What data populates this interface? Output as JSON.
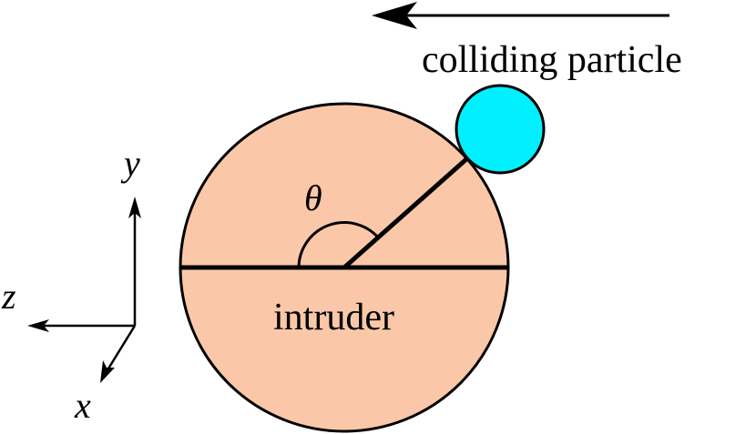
{
  "labels": {
    "colliding_particle": "colliding particle",
    "intruder": "intruder",
    "angle": "θ",
    "axis_y": "y",
    "axis_z": "z",
    "axis_x": "x"
  },
  "colors": {
    "intruder_fill": "#FAC8A8",
    "particle_fill": "#00F0FF",
    "stroke": "#000000"
  }
}
